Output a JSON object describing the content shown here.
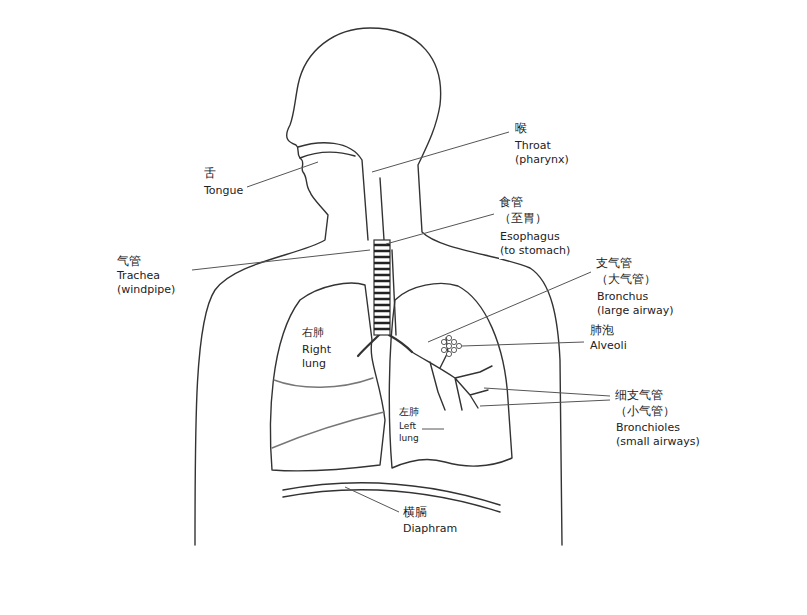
{
  "diagram": {
    "labels": [
      "喉",
      "Throat (pharynx)",
      "舌",
      "Tongue",
      "食管 （至胃）",
      "Esophagus (to stomach)",
      "气管",
      "Trachea (windpipe)",
      "支气管 （大气管）",
      "Bronchus (large airway)",
      "肺泡",
      "Alveoli",
      "细支气管 （小气管）",
      "Bronchioles (small airways)",
      "右肺",
      "Right lung",
      "左肺",
      "Left lung",
      "横膈",
      "Diaphram"
    ]
  }
}
